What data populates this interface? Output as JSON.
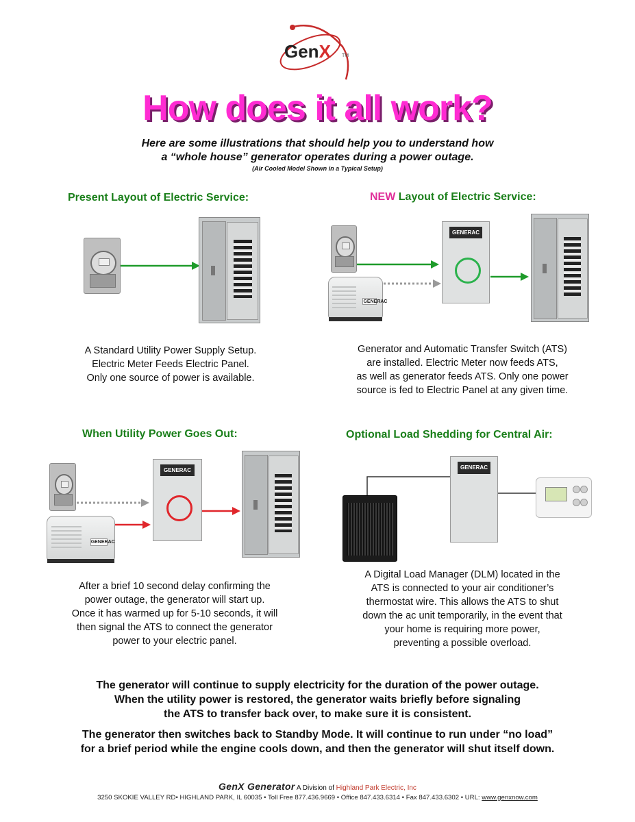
{
  "logo": {
    "brand_prefix": "Gen",
    "brand_x": "X",
    "tm": "TM"
  },
  "heading": {
    "title": "How does it all work?",
    "subtitle_line1": "Here are some illustrations that should help you to understand how",
    "subtitle_line2": "a “whole house” generator operates during a power outage.",
    "note": "(Air Cooled Model Shown in a Typical Setup)"
  },
  "sections": {
    "present": {
      "title": "Present Layout of Electric Service:",
      "caption": [
        "A Standard Utility Power Supply Setup.",
        "Electric Meter Feeds Electric Panel.",
        "Only one source of power is available."
      ]
    },
    "new": {
      "title_highlight": "NEW",
      "title_rest": " Layout of Electric Service:",
      "caption": [
        "Generator and Automatic Transfer Switch (ATS)",
        "are installed. Electric Meter now feeds ATS,",
        "as well as generator feeds ATS. Only one power",
        "source is fed to Electric Panel at any given time."
      ]
    },
    "outage": {
      "title": "When Utility Power Goes Out:",
      "caption": [
        "After a brief 10 second delay confirming the",
        "power outage, the generator will start up.",
        "Once it has warmed up for 5-10 seconds, it will",
        "then signal the ATS to connect the generator",
        "power to your electric panel."
      ]
    },
    "load_shedding": {
      "title": "Optional Load Shedding for Central Air:",
      "caption": [
        "A Digital Load Manager (DLM) located in the",
        "ATS is connected to your air conditioner’s",
        "thermostat wire. This allows the ATS to shut",
        "down the ac unit temporarily, in the event that",
        "your home is requiring more power,",
        "preventing a possible overload."
      ]
    }
  },
  "equipment_labels": {
    "generac": "GENERAC"
  },
  "bottom": {
    "para1": [
      "The generator will continue to supply electricity for the duration of the power outage.",
      "When the utility power is restored, the generator waits briefly before signaling",
      "the ATS to transfer back over, to make sure it is consistent."
    ],
    "para2": [
      "The generator then switches back to Standby Mode. It will continue to run under “no load”",
      "for a brief period while the engine cools down, and then the generator will shut itself down."
    ]
  },
  "footer": {
    "brand": "GenX Generator",
    "division_prefix": " A Division of ",
    "division_name": "Highland Park Electric, Inc",
    "address": "3250 SKOKIE VALLEY RD• HIGHLAND PARK, IL 60035 • Toll Free 877.436.9669 •  Office 847.433.6314  •  Fax 847.433.6302 •  URL: ",
    "url": "www.genxnow.com"
  },
  "colors": {
    "title_magenta": "#ff2bd2",
    "section_green": "#1a7f1a",
    "new_pink": "#e0309a",
    "arrow_green": "#1e9b2a",
    "arrow_red": "#e0262b",
    "arrow_gray": "#9a9a9a"
  },
  "icons": [
    "logo-swoosh-icon",
    "arrow-icon",
    "electric-meter-icon",
    "electric-panel-icon",
    "ats-icon",
    "generator-icon",
    "ac-unit-icon",
    "thermostat-icon"
  ]
}
